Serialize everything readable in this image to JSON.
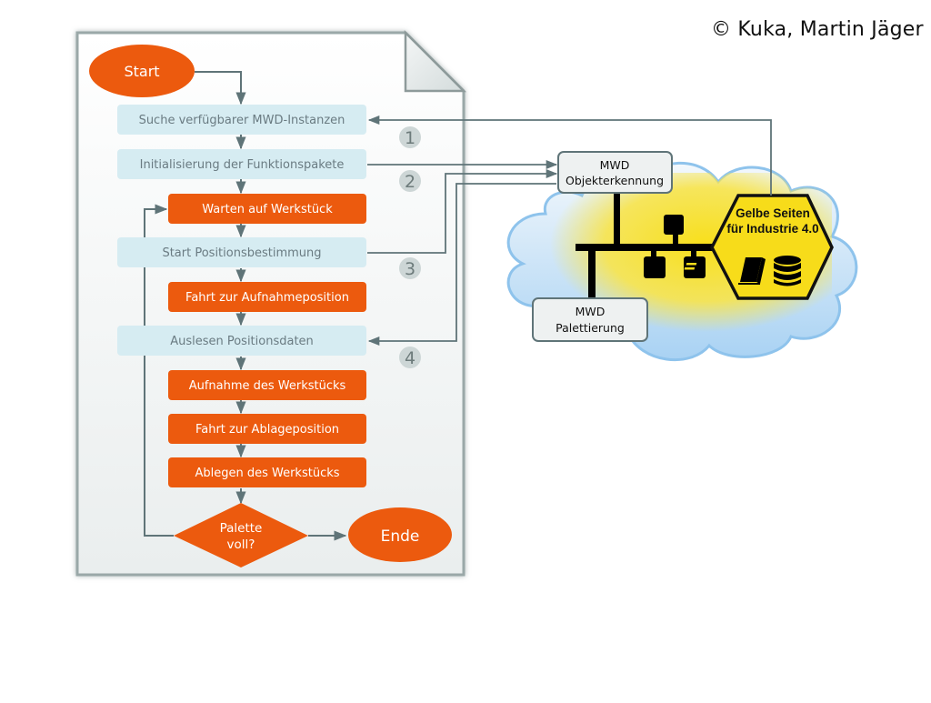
{
  "copyright": "© Kuka, Martin Jäger",
  "colors": {
    "orange": "#ec5a0e",
    "light_blue": "#d6ecf2",
    "light_text": "#6a7b82",
    "arrow": "#5f7478",
    "yellow": "#f7dc1a",
    "cloud_stroke": "#8ec3ec"
  },
  "flowchart": {
    "start": "Start",
    "steps": [
      {
        "label": "Suche verfügbarer MWD-Instanzen",
        "type": "light"
      },
      {
        "label": "Initialisierung der Funktionspakete",
        "type": "light"
      },
      {
        "label": "Warten auf Werkstück",
        "type": "orange"
      },
      {
        "label": "Start Positionsbestimmung",
        "type": "light"
      },
      {
        "label": "Fahrt zur Aufnahmeposition",
        "type": "orange"
      },
      {
        "label": "Auslesen Positionsdaten",
        "type": "light"
      },
      {
        "label": "Aufnahme des Werkstücks",
        "type": "orange"
      },
      {
        "label": "Fahrt zur Ablageposition",
        "type": "orange"
      },
      {
        "label": "Ablegen des Werkstücks",
        "type": "orange"
      }
    ],
    "decision_line1": "Palette",
    "decision_line2": "voll?",
    "end": "Ende",
    "markers": [
      "1",
      "2",
      "3",
      "4"
    ]
  },
  "cloud": {
    "objekt_line1": "MWD",
    "objekt_line2": "Objekterkennung",
    "palett_line1": "MWD",
    "palett_line2": "Palettierung",
    "hex_line1": "Gelbe Seiten",
    "hex_line2": "für Industrie 4.0",
    "icons": [
      "book-icon",
      "database-icon"
    ]
  }
}
